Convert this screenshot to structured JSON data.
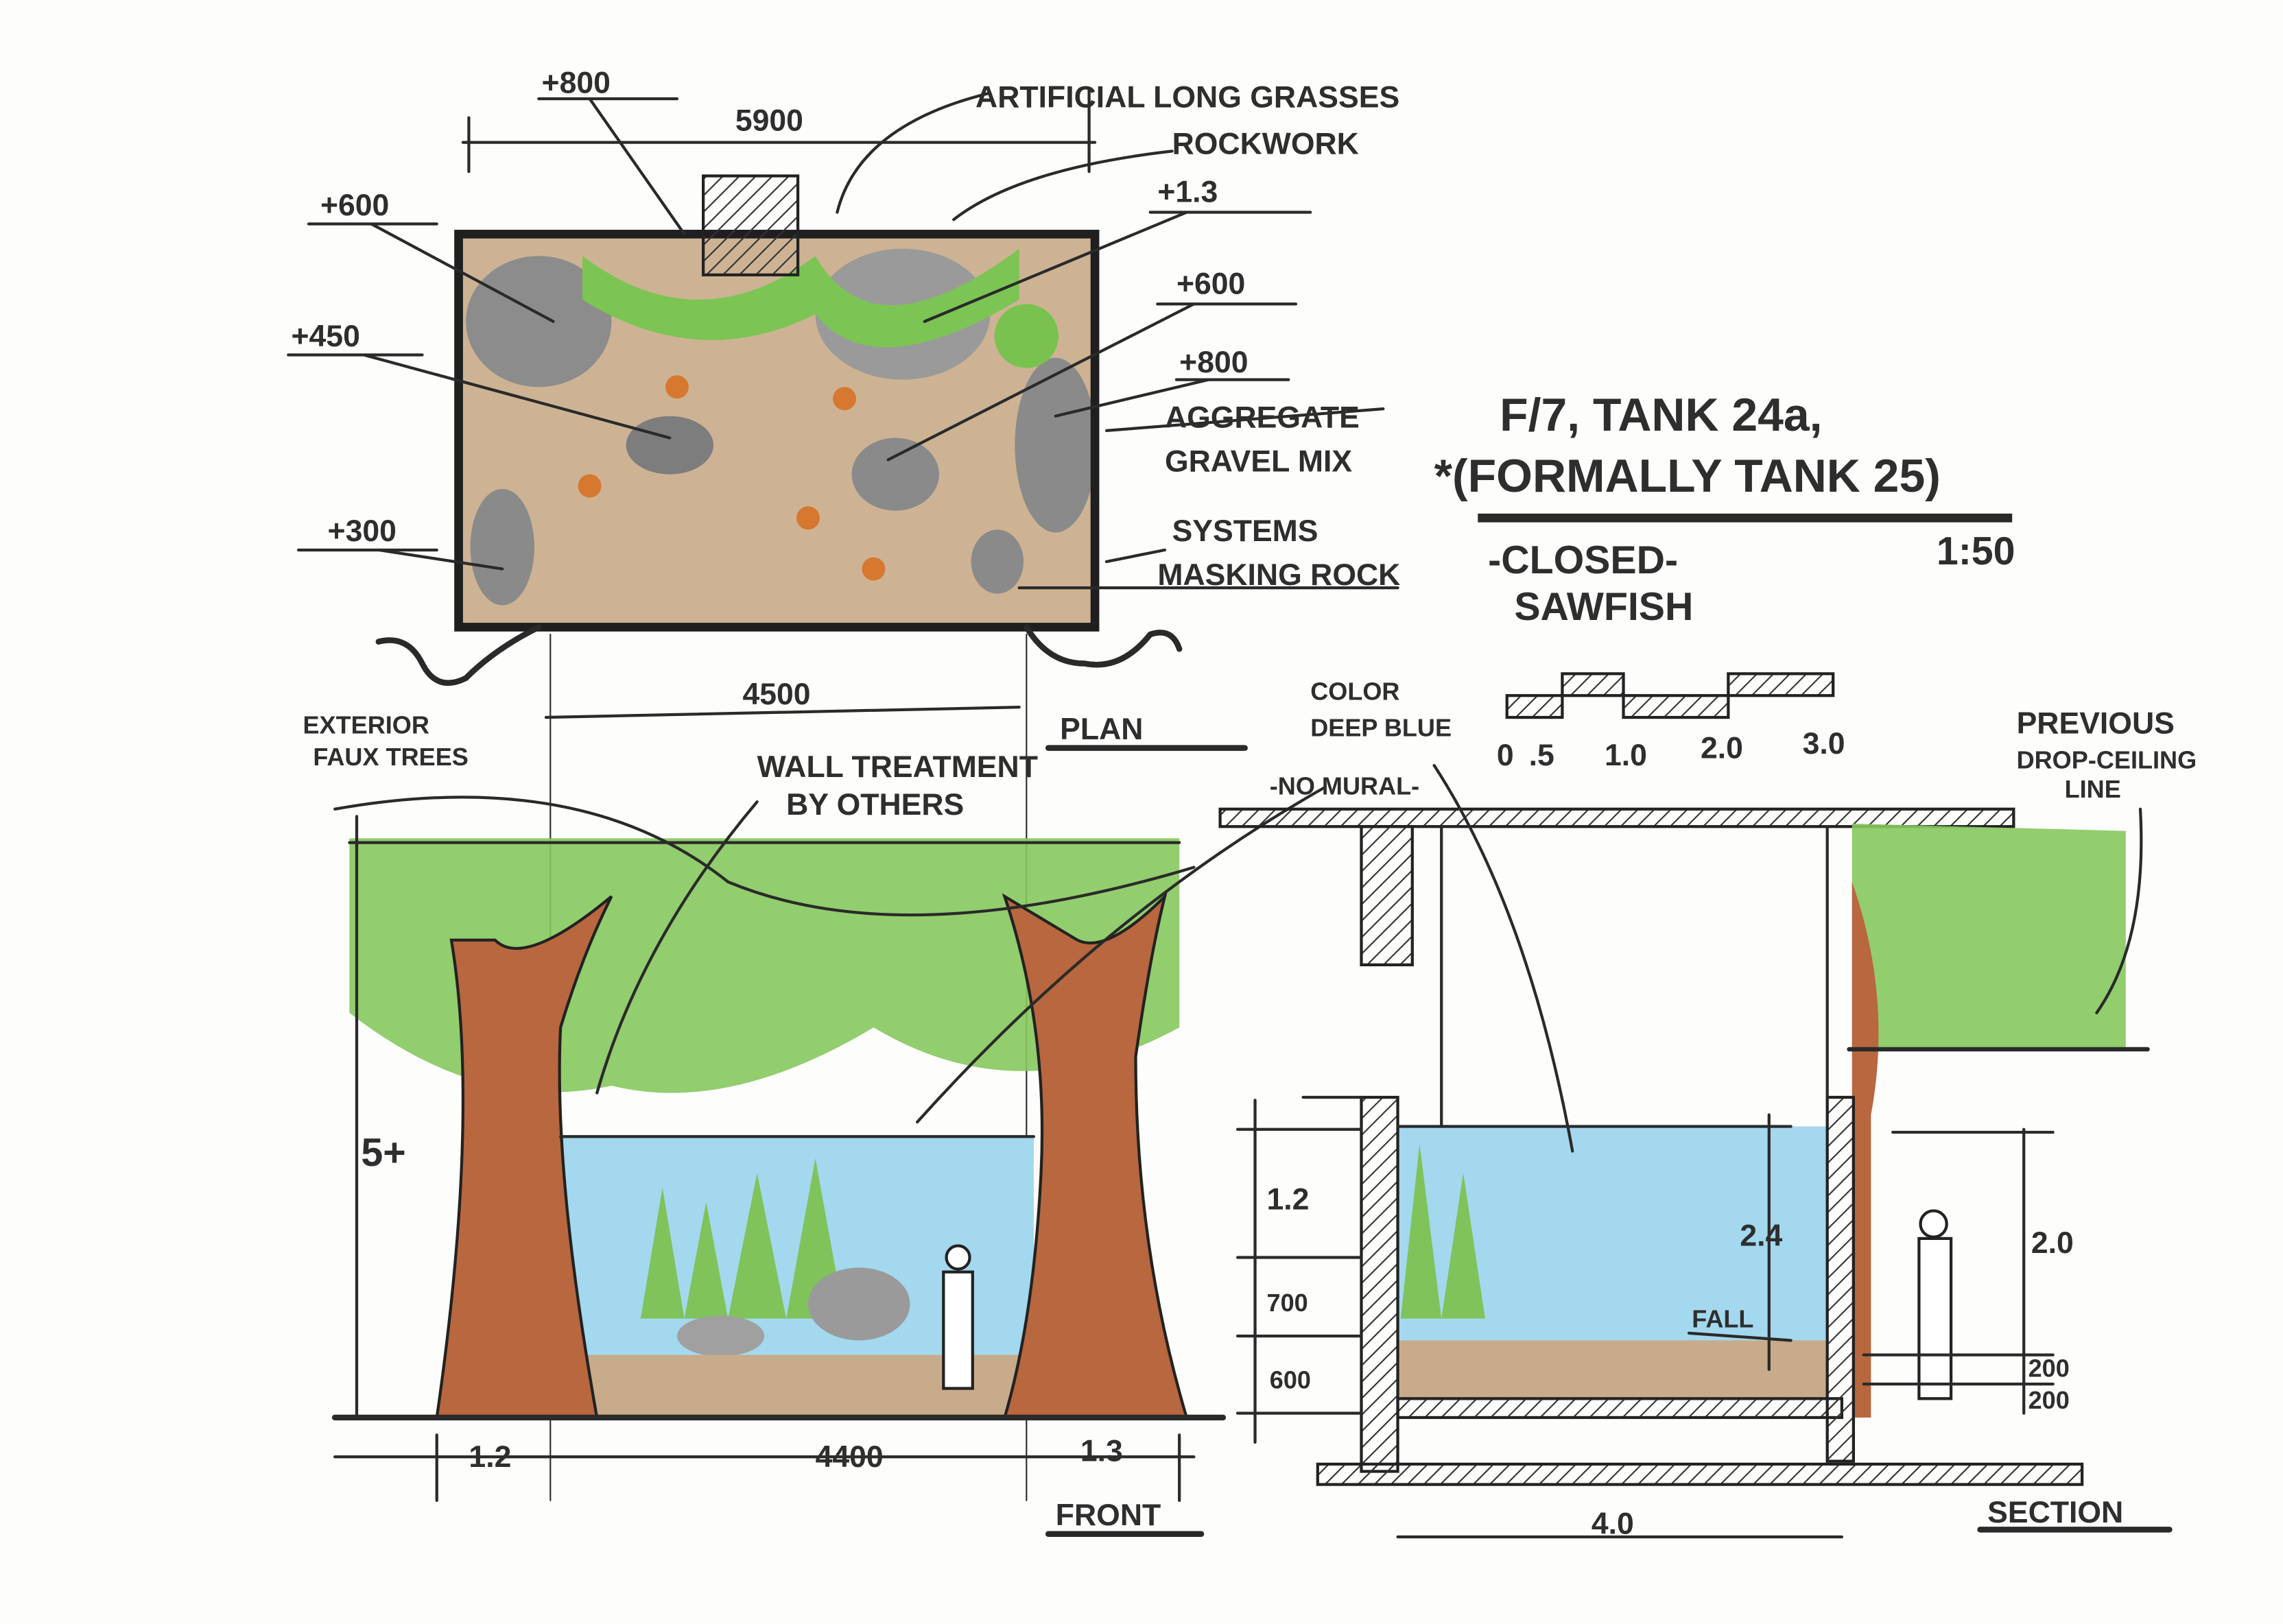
{
  "title": {
    "line1": "F/7, TANK 24a,",
    "line2": "*(FORMALLY TANK 25)",
    "status": "-CLOSED-",
    "name": "SAWFISH",
    "scale": "1:50"
  },
  "scale_bar": {
    "ticks": [
      "0",
      ".5",
      "1.0",
      "2.0",
      "3.0"
    ]
  },
  "plan": {
    "label": "PLAN",
    "dims": {
      "width_top": "5900",
      "width_bottom": "4500"
    },
    "levels": {
      "top": "+800",
      "left_upper": "+600",
      "left_mid": "+450",
      "left_lower": "+300",
      "right_upper": "+1.3",
      "right_mid": "+600",
      "right_lower": "+800"
    },
    "notes": {
      "grasses": "ARTIFICIAL LONG GRASSES",
      "rockwork": "ROCKWORK",
      "gravel_1": "AGGREGATE",
      "gravel_2": "GRAVEL MIX",
      "masking_1": "SYSTEMS",
      "masking_2": "MASKING ROCK",
      "trees_1": "EXTERIOR",
      "trees_2": "FAUX TREES"
    }
  },
  "front": {
    "label": "FRONT",
    "notes": {
      "wall_1": "WALL TREATMENT",
      "wall_2": "BY OTHERS",
      "color_1": "COLOR",
      "color_2": "DEEP BLUE",
      "color_3": "-NO MURAL-"
    },
    "dims": {
      "height": "5+",
      "left": "1.2",
      "middle": "4400",
      "right": "1.3"
    }
  },
  "section": {
    "label": "SECTION",
    "notes": {
      "ceiling_1": "PREVIOUS",
      "ceiling_2": "DROP-CEILING",
      "ceiling_3": "LINE",
      "fall": "FALL"
    },
    "dims": {
      "left_upper": "1.2",
      "left_mid": "700",
      "left_lower": "600",
      "water_depth": "2.4",
      "right_height": "2.0",
      "right_upper": "200",
      "right_lower": "200",
      "width": "4.0"
    }
  },
  "colors": {
    "water": "#9fd6ec",
    "foliage": "#7cc454",
    "trunk": "#b8673f",
    "gravel": "#c8ab8a",
    "rock": "#8a8a8a",
    "ink": "#2a2a2a"
  }
}
